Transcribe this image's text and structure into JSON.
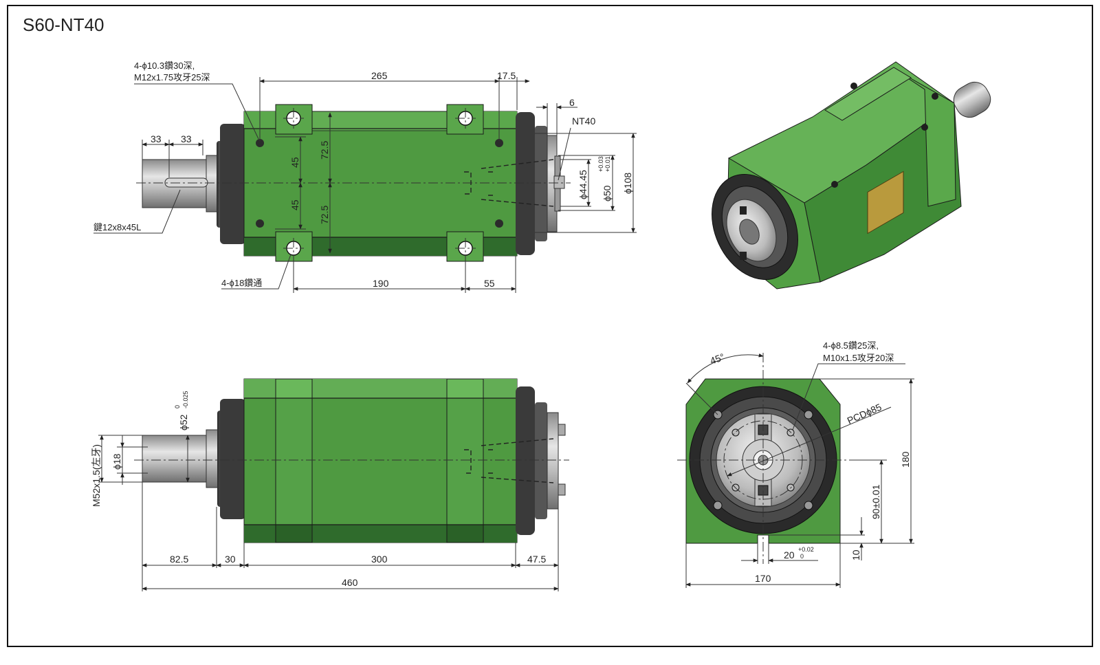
{
  "title": "S60-NT40",
  "colors": {
    "body_green": "#4f9a41",
    "body_green_light": "#63ad55",
    "body_green_dark": "#2f6b2c",
    "flange_dark": "#3d3d3d",
    "shaft_grey": "#b9b9b9",
    "line": "#222222"
  },
  "top_view": {
    "note_holes_line1": "4-ϕ10.3鑽30深,",
    "note_holes_line2": "M12x1.75攻牙25深",
    "dim_length": "265",
    "dim_front": "17.5",
    "dim_6": "6",
    "label_taper": "NT40",
    "dim_shaft_a": "33",
    "dim_shaft_b": "33",
    "dim_45_top": "45",
    "dim_45_bottom": "45",
    "dim_72_top": "72.5",
    "dim_72_bottom": "72.5",
    "dia_nose": "ϕ44.45",
    "dia_pilot": "ϕ50",
    "dia_pilot_tol_upper": "+0.03",
    "dia_pilot_tol_lower": "+0.01",
    "dia_flange": "ϕ108",
    "note_key": "鍵12x8x45L",
    "note_through": "4-ϕ18鑽通",
    "dim_190": "190",
    "dim_55": "55"
  },
  "side_view": {
    "dia_shaft": "ϕ52",
    "dia_shaft_tol_upper": "0",
    "dia_shaft_tol_lower": "-0.025",
    "dia_18": "ϕ18",
    "thread": "M52x1.5(左牙)",
    "dim_82_5": "82.5",
    "dim_30": "30",
    "dim_300": "300",
    "dim_47_5": "47.5",
    "dim_460": "460"
  },
  "front_view": {
    "angle": "45°",
    "note_line1": "4-ϕ8.5鑽25深,",
    "note_line2": "M10x1.5攻牙20深",
    "pcd": "PCDϕ85",
    "dim_180": "180",
    "dim_90": "90±0.01",
    "dim_20": "20",
    "dim_20_tol_upper": "+0.02",
    "dim_20_tol_lower": "0",
    "dim_10": "10",
    "dim_170": "170"
  }
}
